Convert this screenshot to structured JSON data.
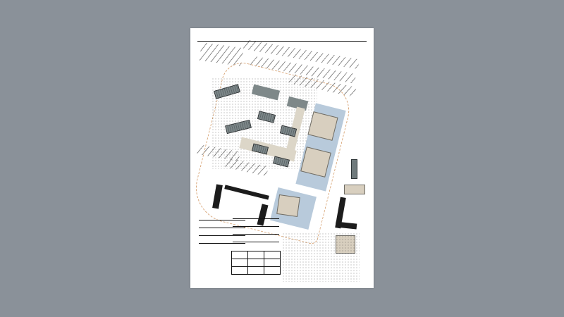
{
  "viewer": {
    "background_color": "#8a9199",
    "page_color": "#ffffff"
  },
  "document": {
    "type": "architectural-site-plan",
    "legible_text": [],
    "colors": {
      "building_roof": "#6f7a7c",
      "paving": "#dcd6c8",
      "glass_hall": "#b8cadb",
      "hall_roof": "#d8cfbf",
      "black_building": "#1c1c1c",
      "site_boundary": "#d9a77a"
    },
    "elements": {
      "parking_rows": 4,
      "campus_buildings": 9,
      "exhibition_halls": 2,
      "pavilion": 1,
      "l_shaped_buildings": 2,
      "legend_tables": 3
    }
  }
}
